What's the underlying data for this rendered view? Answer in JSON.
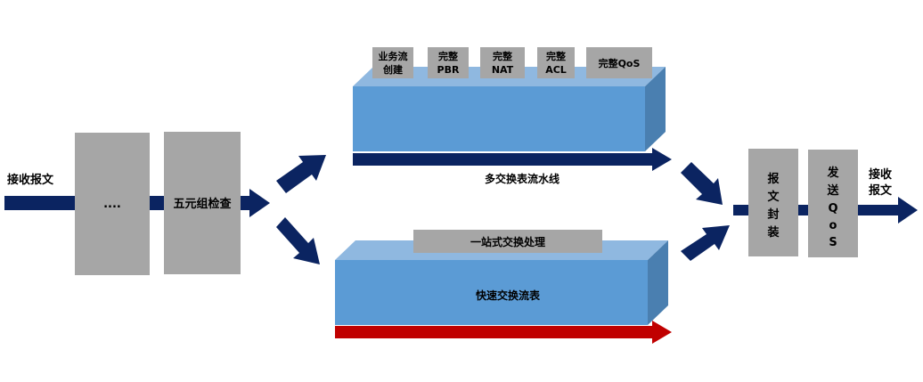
{
  "labels": {
    "receive_in": "接收报文",
    "ellipsis": "....",
    "five_tuple": "五元组检查",
    "top_tags": [
      {
        "line1": "业务流",
        "line2": "创建"
      },
      {
        "line1": "完整",
        "line2": "PBR"
      },
      {
        "line1": "完整",
        "line2": "NAT"
      },
      {
        "line1": "完整",
        "line2": "ACL"
      },
      {
        "line1": "完整QoS",
        "line2": ""
      }
    ],
    "multi_pipeline": "多交换表流水线",
    "one_stop": "一站式交换处理",
    "fast_table": "快速交换流表",
    "encap_chars": [
      "报",
      "文",
      "封",
      "装"
    ],
    "send_qos_chars": [
      "发",
      "送",
      "Q",
      "o",
      "S"
    ],
    "receive_out_1": "接收",
    "receive_out_2": "报文"
  },
  "colors": {
    "box_gray": "#a6a6a6",
    "box_blue_front": "#5b9bd5",
    "box_blue_top": "#8fb8e0",
    "box_blue_side": "#4a7fb0",
    "arrow_navy": "#0b2461",
    "arrow_red": "#c00000"
  }
}
